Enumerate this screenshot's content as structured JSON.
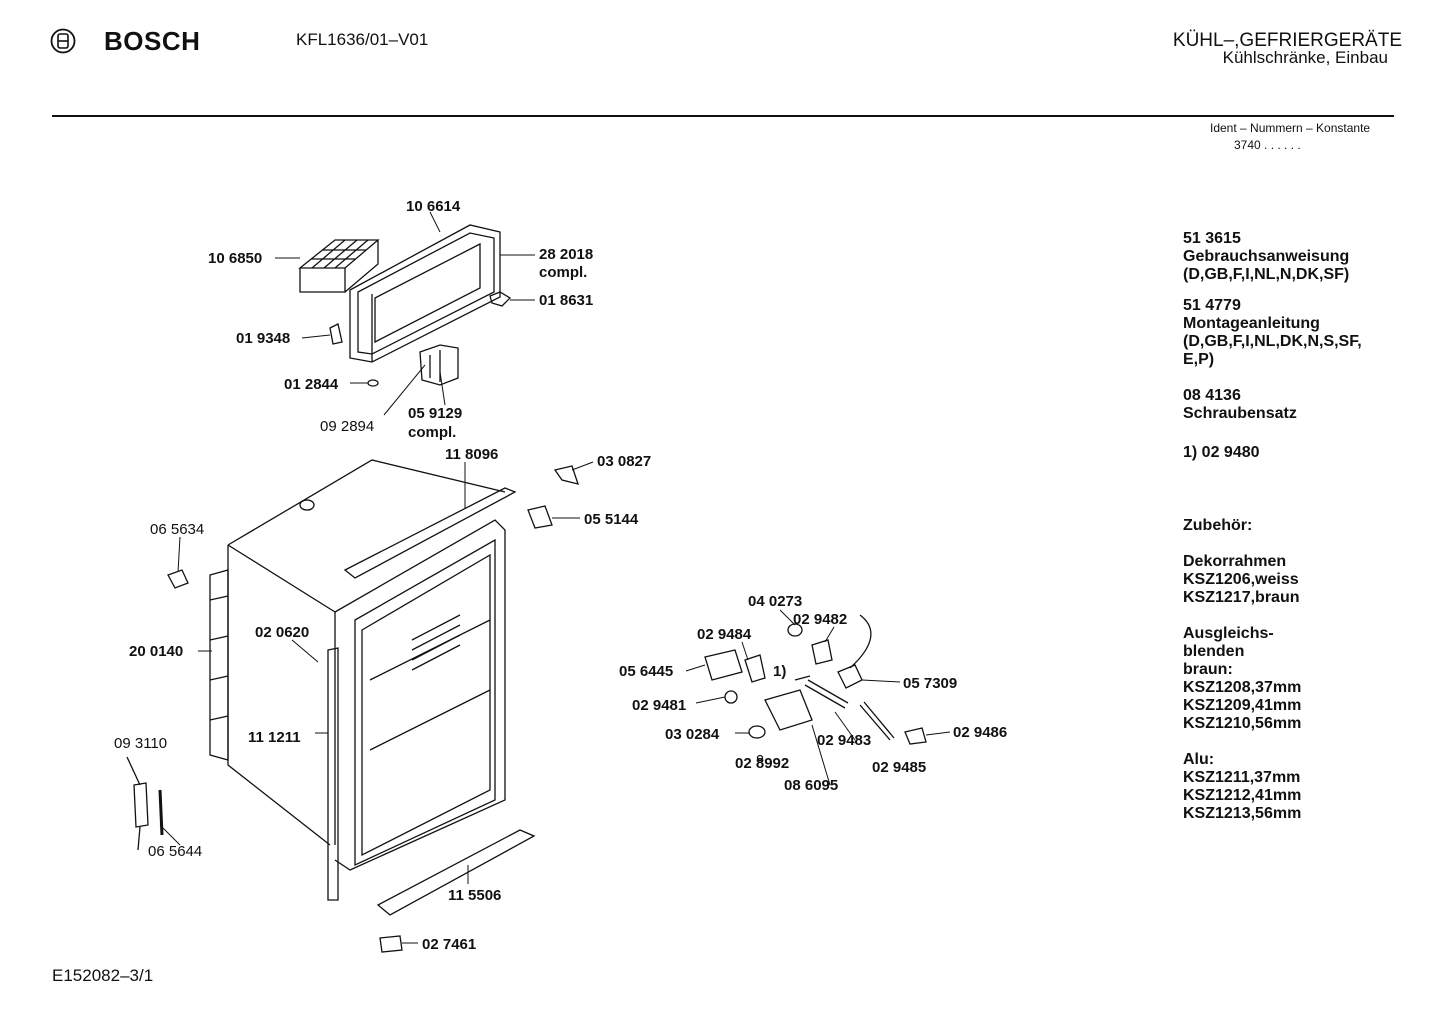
{
  "header": {
    "brand": "BOSCH",
    "model": "KFL1636/01–V01",
    "category": "KÜHL–,GEFRIERGERÄTE",
    "subcategory": "Kühlschränke, Einbau",
    "ident_label": "Ident – Nummern – Konstante",
    "ident_value": "3740 . .  . . . ."
  },
  "footer": {
    "code": "E152082–3/1"
  },
  "info": {
    "block1": [
      "51 3615",
      "Gebrauchsanweisung",
      "(D,GB,F,I,NL,N,DK,SF)"
    ],
    "block2": [
      "51 4779",
      "Montageanleitung",
      "(D,GB,F,I,NL,DK,N,S,SF,",
      "E,P)"
    ],
    "block3": [
      "08 4136",
      "Schraubensatz"
    ],
    "block4": [
      "1)  02 9480"
    ],
    "accessories_title": "Zubehör:",
    "block5": [
      "Dekorrahmen",
      "KSZ1206,weiss",
      "KSZ1217,braun"
    ],
    "block6": [
      "Ausgleichs-",
      "blenden",
      "braun:",
      "KSZ1208,37mm",
      "KSZ1209,41mm",
      "KSZ1210,56mm"
    ],
    "block7": [
      "Alu:",
      "KSZ1211,37mm",
      "KSZ1212,41mm",
      "KSZ1213,56mm"
    ]
  },
  "parts": {
    "p106614": "10 6614",
    "p106850": "10 6850",
    "p282018a": "28 2018",
    "p282018b": "compl.",
    "p018631": "01 8631",
    "p019348": "01 9348",
    "p012844": "01 2844",
    "p092894": "09 2894",
    "p059129a": "05 9129",
    "p059129b": "compl.",
    "p118096": "11 8096",
    "p030827": "03 0827",
    "p055144": "05 5144",
    "p065634": "06 5634",
    "p200140": "20 0140",
    "p020620": "02 0620",
    "p111211": "11 1211",
    "p093110": "09 3110",
    "p065644": "06 5644",
    "p115506": "11 5506",
    "p027461": "02 7461",
    "p040273": "04 0273",
    "p029484": "02 9484",
    "p029482": "02 9482",
    "p056445": "05 6445",
    "p_one": "1)",
    "p057309": "05 7309",
    "p029481": "02 9481",
    "p030284": "03 0284",
    "p029483": "02 9483",
    "p029486": "02 9486",
    "p028992": "02 8992",
    "p029485": "02 9485",
    "p086095": "08 6095"
  }
}
